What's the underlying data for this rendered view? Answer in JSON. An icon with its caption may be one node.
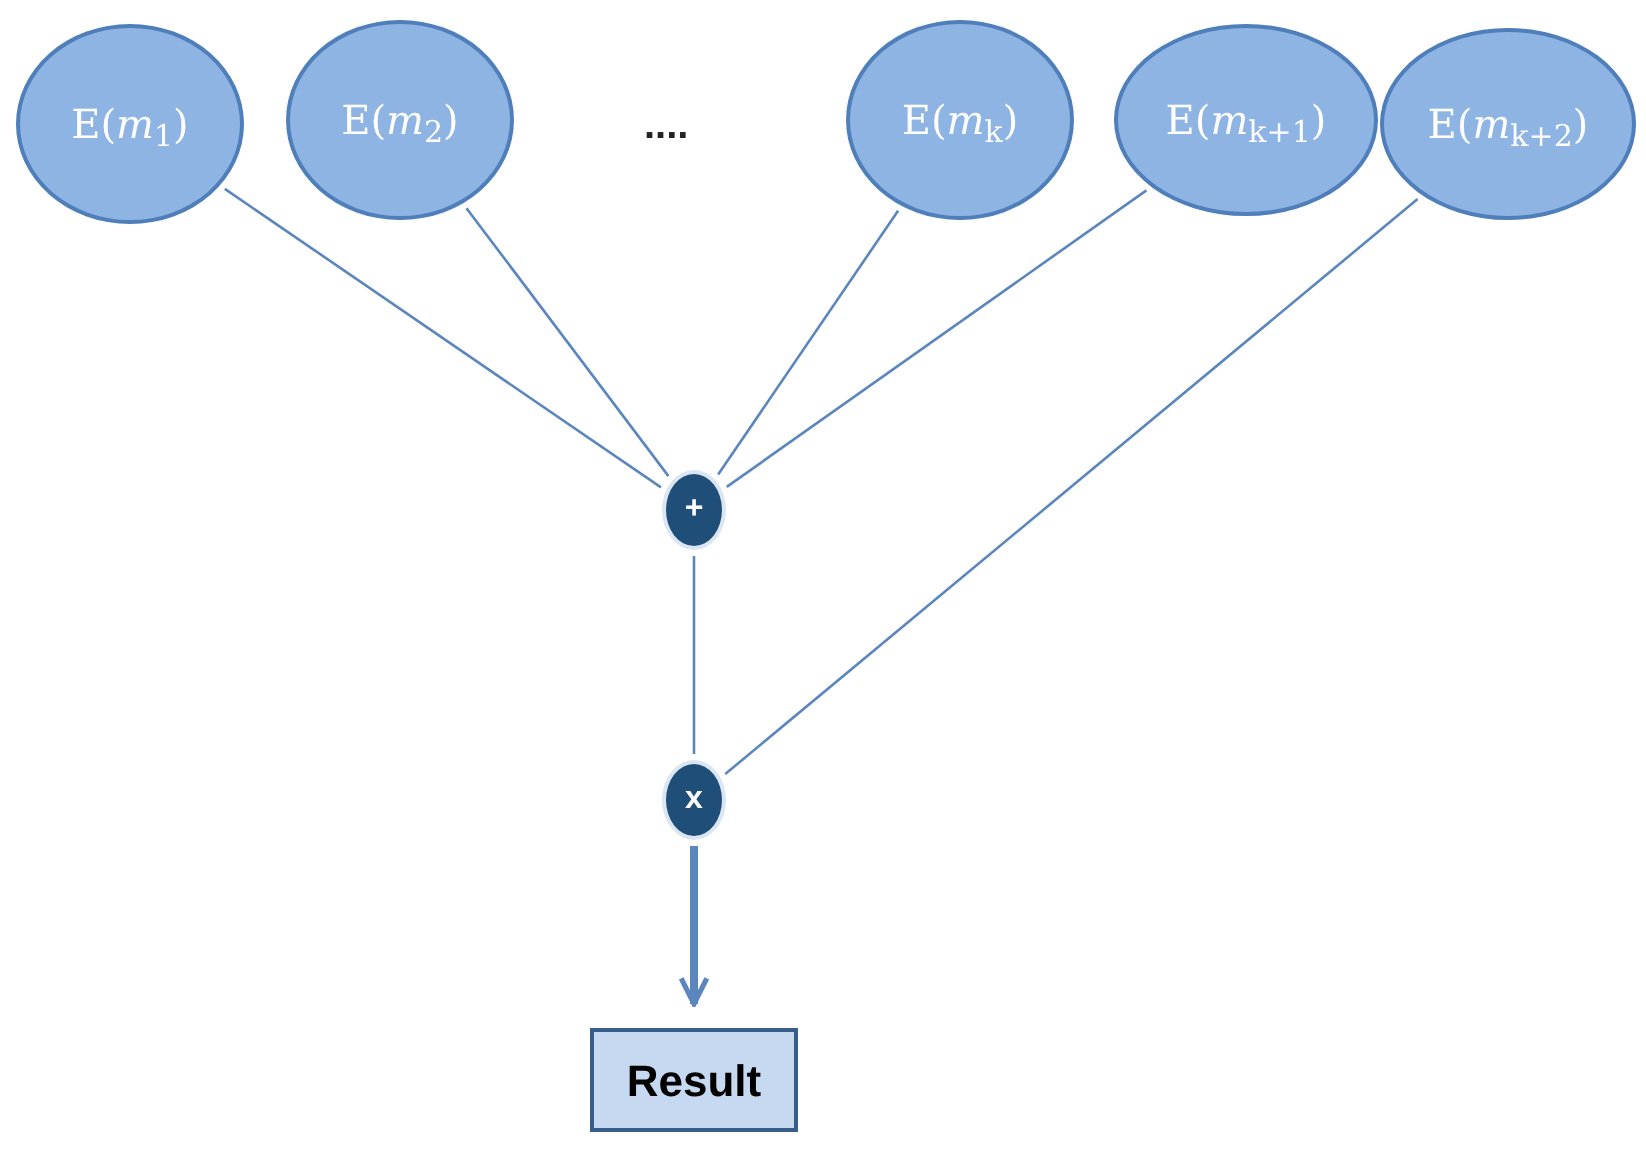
{
  "diagram": {
    "nodes": [
      {
        "text": [
          "E(*m*$_{1}$)"
        ]
      },
      {
        "text": [
          "E(*m*$_{2}$)"
        ]
      },
      {
        "text": [
          "E(*m*$_{k}$)"
        ]
      },
      {
        "text": [
          "E(*m*$_{k+1}$)"
        ]
      },
      {
        "text": [
          "E(*m*$_{k+2}$)"
        ]
      },
      {
        "text": [
          "+"
        ]
      },
      {
        "text": [
          "x"
        ]
      },
      {
        "text": [
          "Result"
        ]
      }
    ],
    "edges": [
      {
        "from": 0,
        "to": 5,
        "arrow": "none"
      },
      {
        "from": 1,
        "to": 5,
        "arrow": "none"
      },
      {
        "from": 2,
        "to": 5,
        "arrow": "none"
      },
      {
        "from": 3,
        "to": 5,
        "arrow": "none"
      },
      {
        "from": 5,
        "to": 6,
        "arrow": "none"
      },
      {
        "from": 4,
        "to": 6,
        "arrow": "none"
      },
      {
        "from": 6,
        "to": 7,
        "arrow": "to",
        "style": "thick"
      }
    ],
    "labels": [
      "...."
    ]
  }
}
